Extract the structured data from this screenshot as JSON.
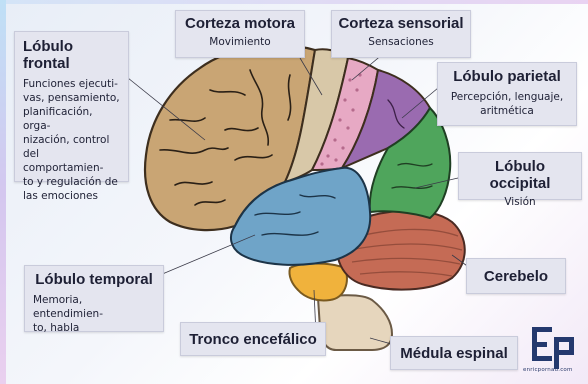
{
  "frontal": {
    "title": "Lóbulo frontal",
    "desc": "Funciones ejecuti-\nvas, pensamiento,\nplanificación, orga-\nnización, control\ndel comportamien-\nto y regulación de\nlas emociones"
  },
  "motora": {
    "title": "Corteza motora",
    "desc": "Movimiento"
  },
  "sensorial": {
    "title": "Corteza sensorial",
    "desc": "Sensaciones"
  },
  "parietal": {
    "title": "Lóbulo parietal",
    "desc": "Percepción, lenguaje,\naritmética"
  },
  "occipital": {
    "title": "Lóbulo occipital",
    "desc": "Visión"
  },
  "temporal": {
    "title": "Lóbulo temporal",
    "desc": "Memoria, entendimien-\nto, habla"
  },
  "cerebelo": {
    "title": "Cerebelo"
  },
  "tronco": {
    "title": "Tronco encefálico"
  },
  "medula": {
    "title": "Médula espinal"
  },
  "logo": {
    "site": "enricpornau.com"
  },
  "colors": {
    "frontal": "#c9a574",
    "motora": "#d8c8a8",
    "sensorial": "#e7a9c4",
    "parietal": "#9a6bb0",
    "occipital": "#4fa55c",
    "temporal": "#6fa4c8",
    "cerebelo": "#c56b55",
    "tronco": "#f0b23c",
    "medula": "#e6d6bd"
  }
}
